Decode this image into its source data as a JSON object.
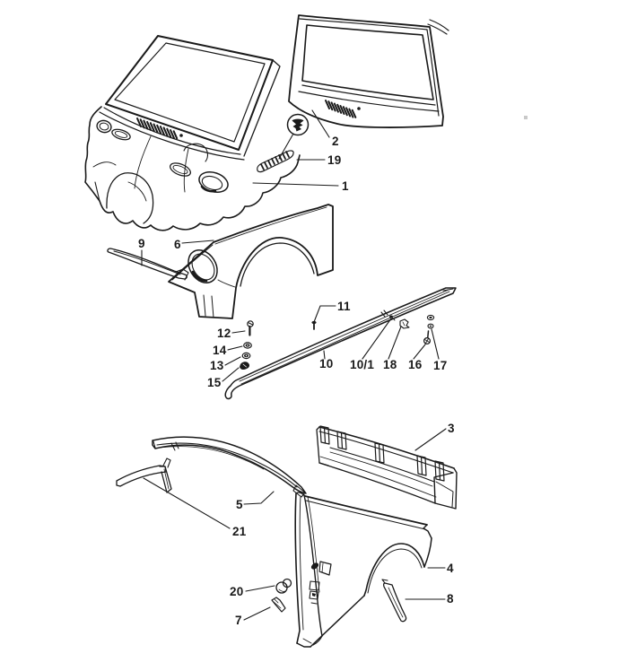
{
  "figure": {
    "background": "#ffffff",
    "ink_color": "#1a1a1a",
    "speck_color": "#c9c9c9"
  },
  "callouts": [
    {
      "label": "1"
    },
    {
      "label": "2"
    },
    {
      "label": "19"
    },
    {
      "label": "9"
    },
    {
      "label": "6"
    },
    {
      "label": "12"
    },
    {
      "label": "14"
    },
    {
      "label": "13"
    },
    {
      "label": "15"
    },
    {
      "label": "11"
    },
    {
      "label": "10"
    },
    {
      "label": "10/1"
    },
    {
      "label": "18"
    },
    {
      "label": "16"
    },
    {
      "label": "17"
    },
    {
      "label": "3"
    },
    {
      "label": "5"
    },
    {
      "label": "21"
    },
    {
      "label": "4"
    },
    {
      "label": "8"
    },
    {
      "label": "20"
    },
    {
      "label": "7"
    }
  ]
}
